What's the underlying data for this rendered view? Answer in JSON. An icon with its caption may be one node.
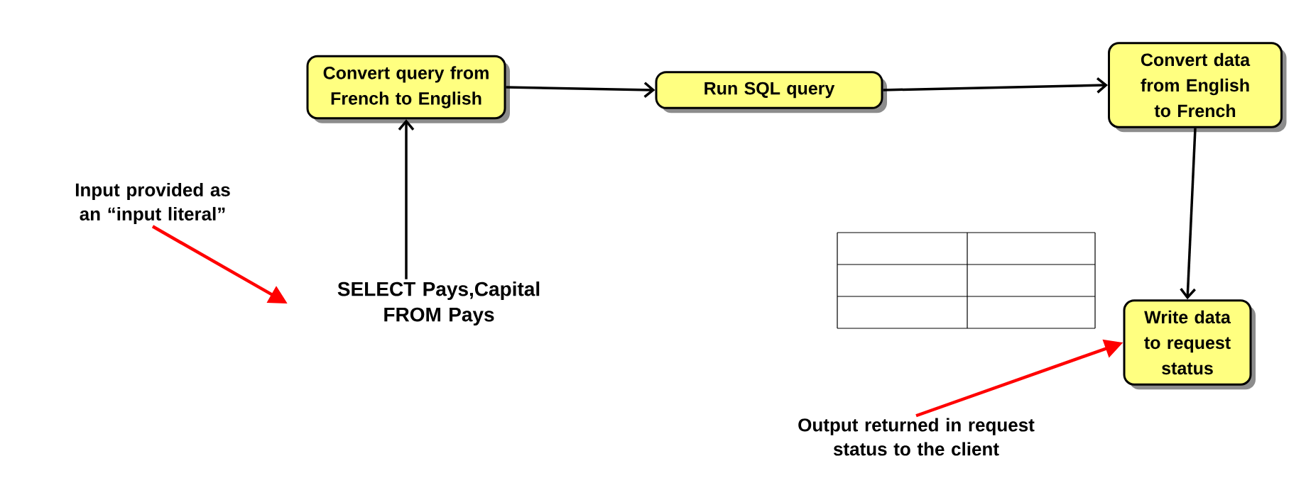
{
  "diagram": {
    "nodes": [
      {
        "text": [
          "Convert query from French to English"
        ]
      },
      {
        "text": [
          "Run SQL query"
        ]
      },
      {
        "text": [
          "Convert data from English to French"
        ]
      },
      {
        "text": [
          "Write data to request status"
        ]
      },
      {
        "text": [
          "SELECT Pays,Capital FROM Pays"
        ]
      },
      {
        "text": [
          "Input provided as an “input literal”"
        ]
      },
      {
        "text": [
          "Output returned in request status to the client"
        ]
      }
    ],
    "edges": [
      {
        "from": 0,
        "to": 1,
        "arrow": "to"
      },
      {
        "from": 1,
        "to": 2,
        "arrow": "to"
      },
      {
        "from": 2,
        "to": 3,
        "arrow": "to"
      },
      {
        "from": 4,
        "to": 0,
        "arrow": "to"
      },
      {
        "from": 5,
        "to": 4,
        "arrow": "to",
        "color": "#ff0000"
      },
      {
        "from": 6,
        "to": 3,
        "arrow": "to",
        "color": "#ff0000"
      }
    ]
  }
}
